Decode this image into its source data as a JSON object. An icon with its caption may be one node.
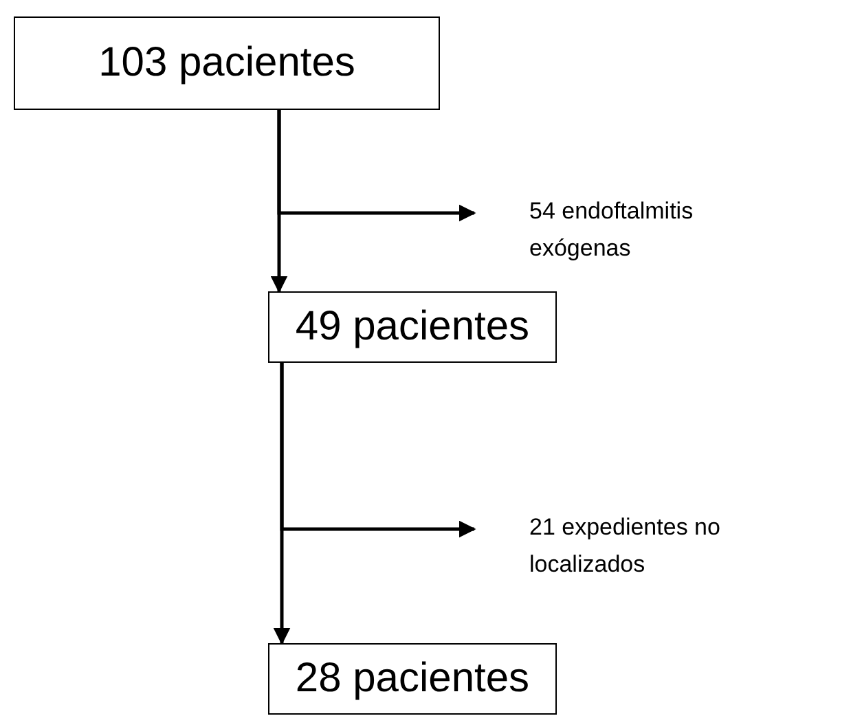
{
  "diagram": {
    "nodes": [
      {
        "text": [
          "103 pacientes"
        ]
      },
      {
        "text": [
          "54 endoftalmitis exógenas"
        ]
      },
      {
        "text": [
          "49 pacientes"
        ]
      },
      {
        "text": [
          "21 expedientes no localizados"
        ]
      },
      {
        "text": [
          "28 pacientes"
        ]
      }
    ],
    "edges": [
      {
        "from": 0,
        "to": 2,
        "arrow": "to"
      },
      {
        "from": 0,
        "to": 1,
        "arrow": "to"
      },
      {
        "from": 2,
        "to": 4,
        "arrow": "to"
      },
      {
        "from": 2,
        "to": 3,
        "arrow": "to"
      }
    ]
  }
}
